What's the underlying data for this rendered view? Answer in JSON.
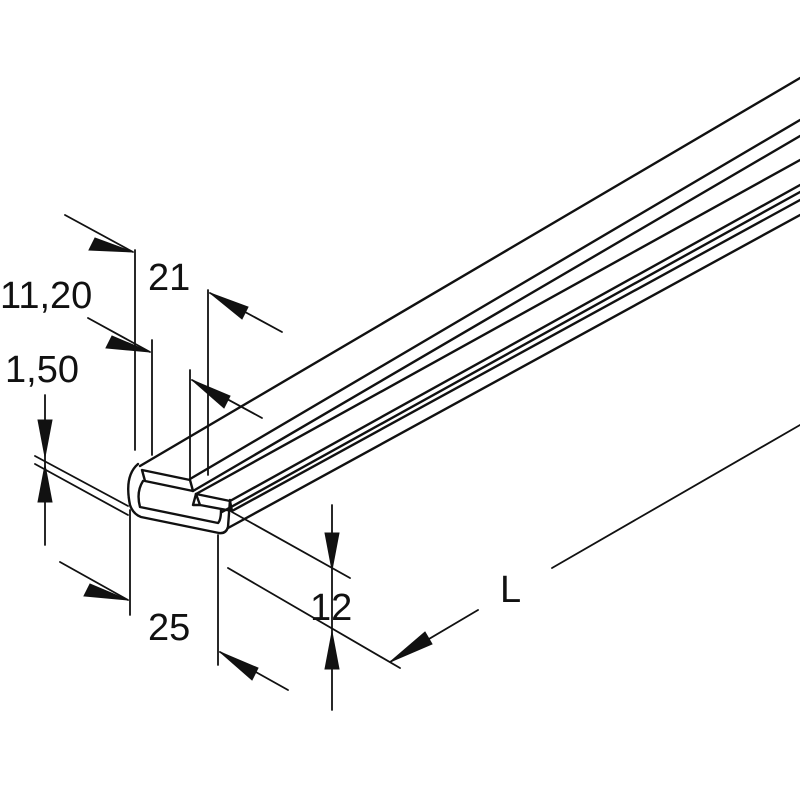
{
  "dimensions": {
    "top_width": "21",
    "inner_width": "11,20",
    "thickness": "1,50",
    "base_width": "25",
    "height": "12",
    "length": "L"
  },
  "colors": {
    "line": "#111111",
    "background": "#ffffff"
  }
}
